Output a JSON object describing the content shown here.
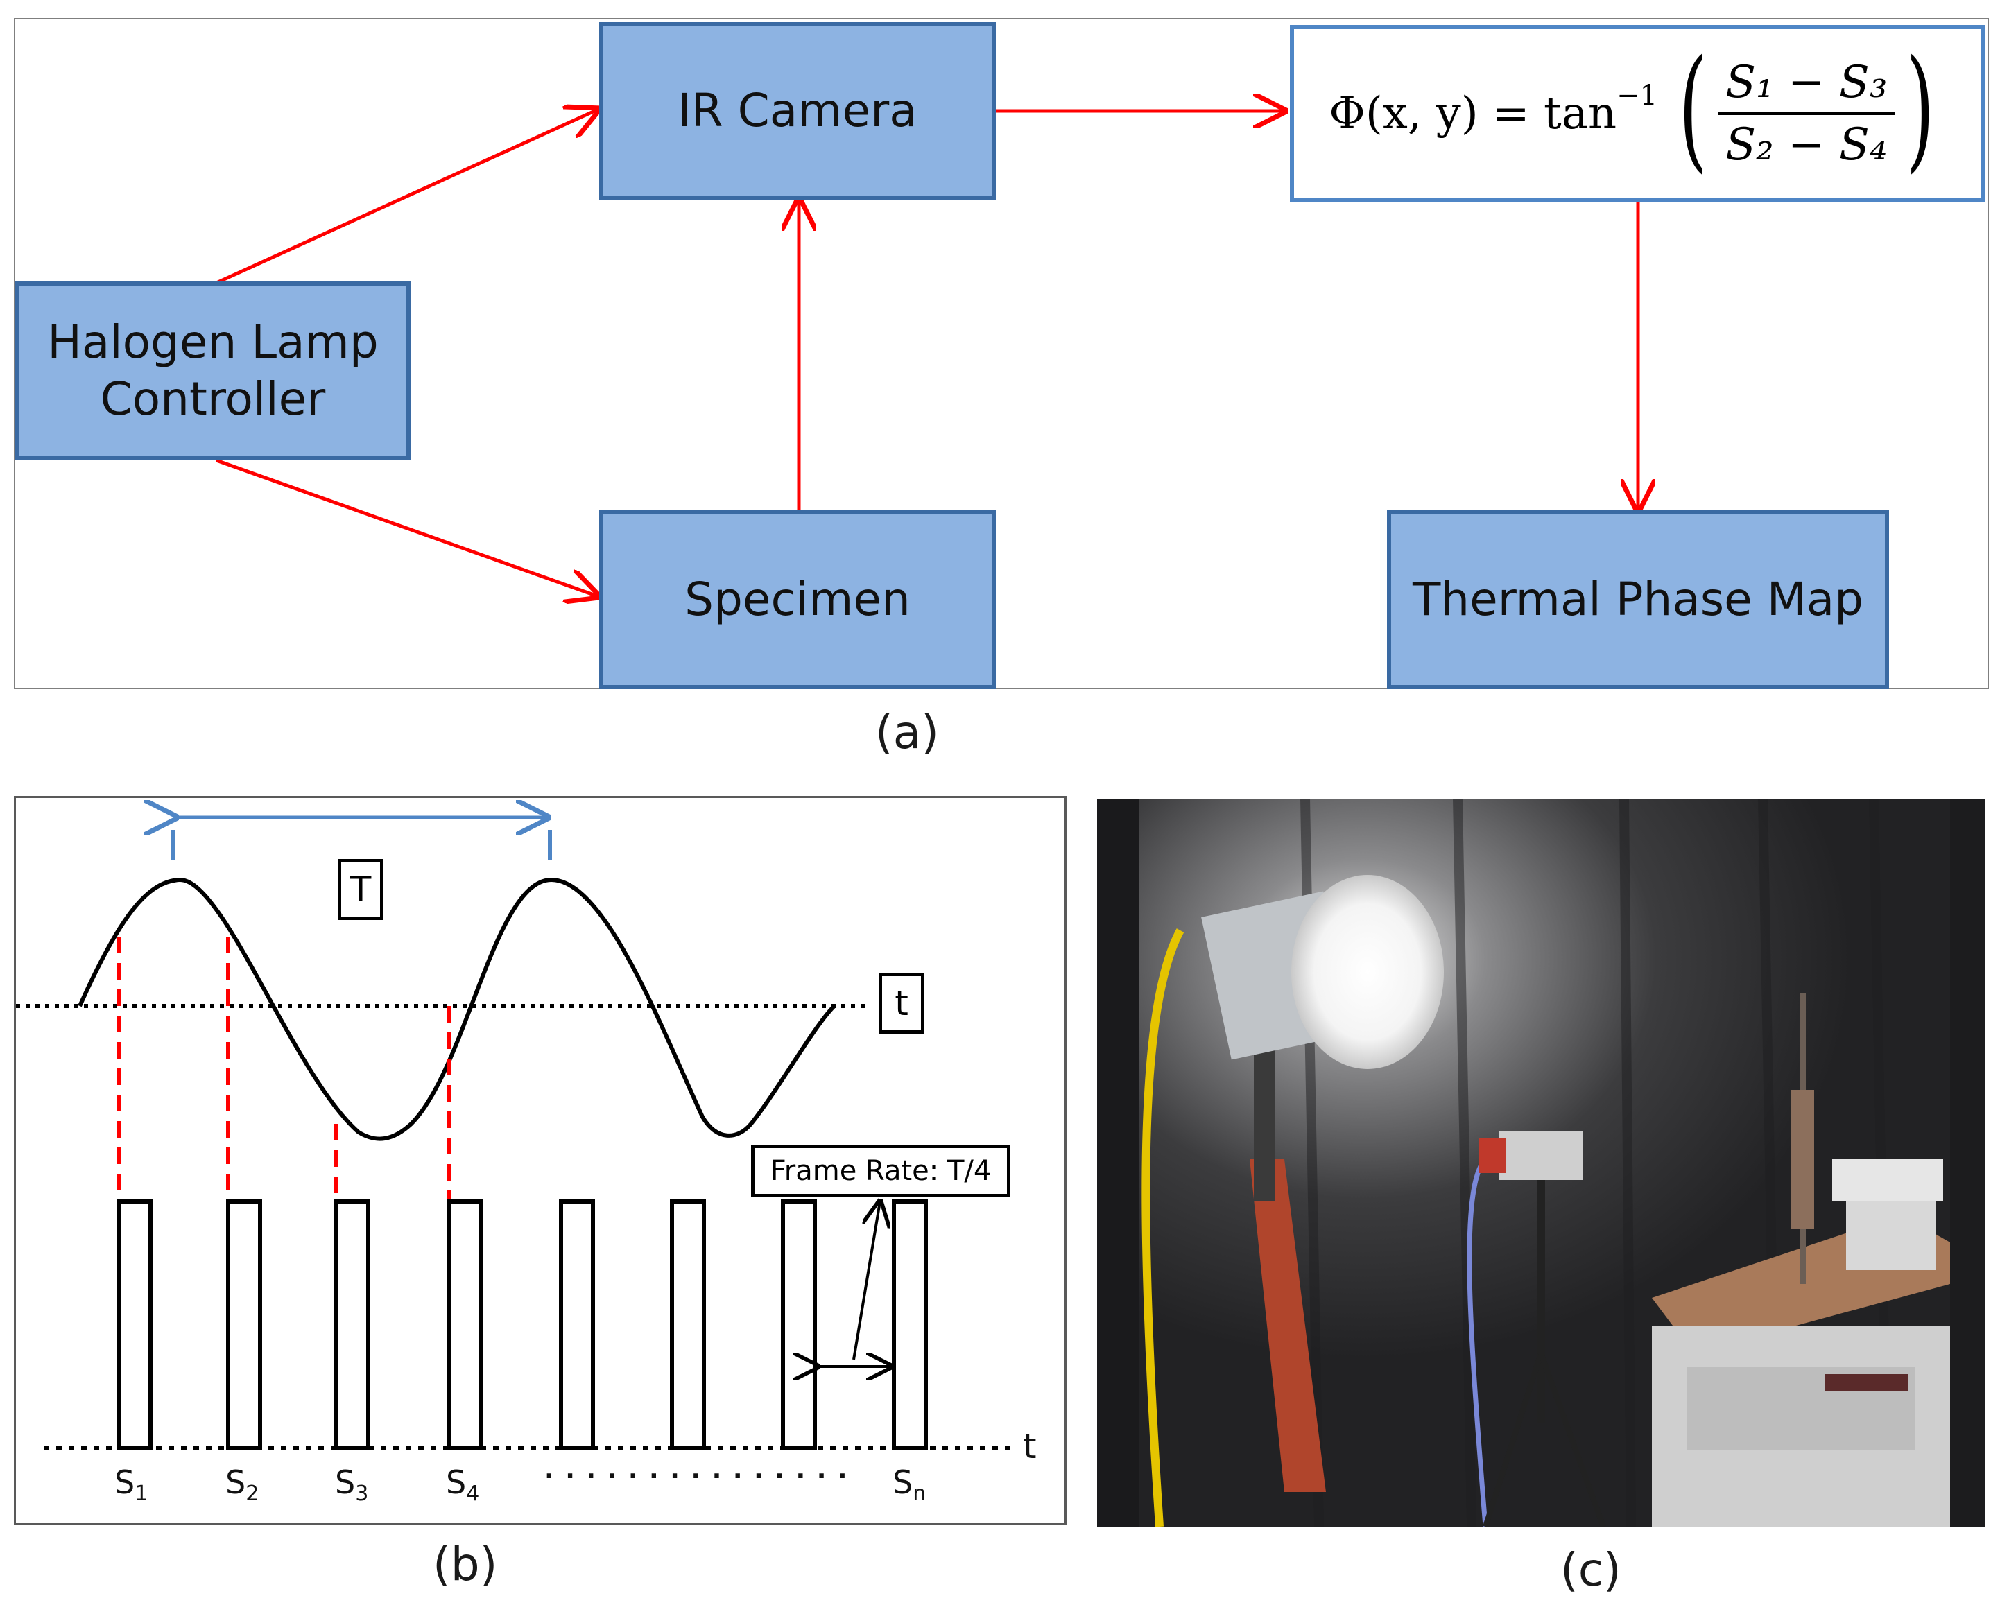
{
  "panel_a": {
    "caption": "(a)",
    "nodes": {
      "halogen": "Halogen Lamp\nController",
      "ir_camera": "IR Camera",
      "specimen": "Specimen",
      "thermal_map": "Thermal Phase Map"
    },
    "equation": {
      "lhs": "Φ(x, y) = tan",
      "exponent": "−1",
      "numerator": "S₁ − S₃",
      "denominator": "S₂ − S₄"
    },
    "colors": {
      "box_fill": "#8db3e2",
      "box_border": "#3a6aa3",
      "arrow": "#ff0000",
      "eq_border": "#4f86c6"
    }
  },
  "panel_b": {
    "caption": "(b)",
    "period_label": "T",
    "axis_label": "t",
    "frame_rate_label": "Frame Rate: T/4",
    "samples": [
      "S",
      "S",
      "S",
      "S",
      "S"
    ],
    "sample_subscripts": [
      "1",
      "2",
      "3",
      "4",
      "n"
    ],
    "ellipsis": "· · · · · · · · · · · · · · ·",
    "colors": {
      "curve": "#000000",
      "dashed": "#ff0000",
      "period_arrow": "#4f86c6"
    }
  },
  "panel_c": {
    "caption": "(c)",
    "photo_content": "experimental-setup-photo"
  }
}
